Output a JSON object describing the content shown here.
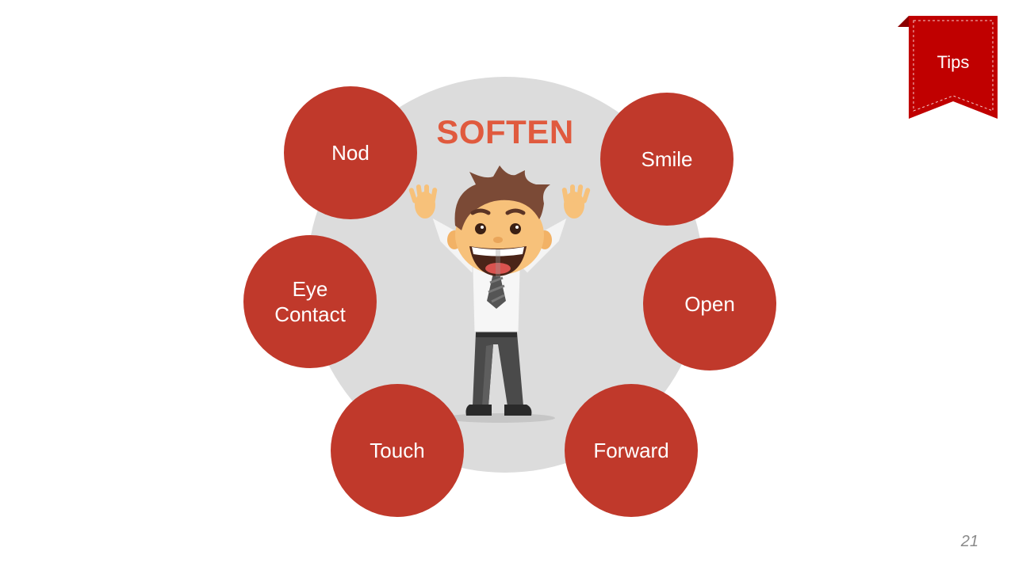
{
  "diagram": {
    "title": "SOFTEN",
    "items": [
      {
        "label": "Nod"
      },
      {
        "label": "Smile"
      },
      {
        "label": "Eye Contact"
      },
      {
        "label": "Open"
      },
      {
        "label": "Touch"
      },
      {
        "label": "Forward"
      }
    ],
    "colors": {
      "node": "#c0392b",
      "title": "#e05a3e",
      "background_circle": "#dcdcdc",
      "ribbon": "#c00000"
    }
  },
  "tips": {
    "label": "Tips"
  },
  "page": {
    "number": "21"
  }
}
